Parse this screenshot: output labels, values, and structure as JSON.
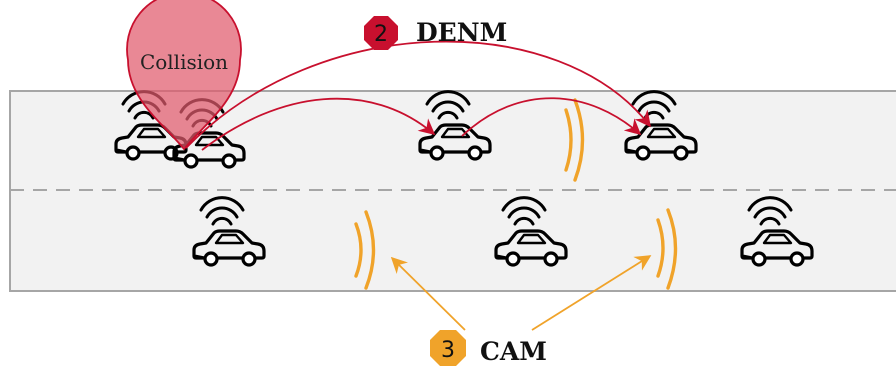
{
  "labels": {
    "collision": "Collision",
    "denm": "DENM",
    "cam": "CAM",
    "step_denm": "2",
    "step_cam": "3"
  },
  "colors": {
    "road_fill": "#f2f2f2",
    "road_border": "#a6a6a6",
    "lane_divider": "#a6a6a6",
    "denm": "#c8102e",
    "cam": "#f0a32a",
    "collision_fill": "#e05a6c",
    "collision_stroke": "#c8102e",
    "car": "#000000"
  },
  "icons": {
    "vehicle": "car-with-wifi-icon",
    "badge": "octagon-badge-icon",
    "signal": "signal-arcs-icon"
  }
}
